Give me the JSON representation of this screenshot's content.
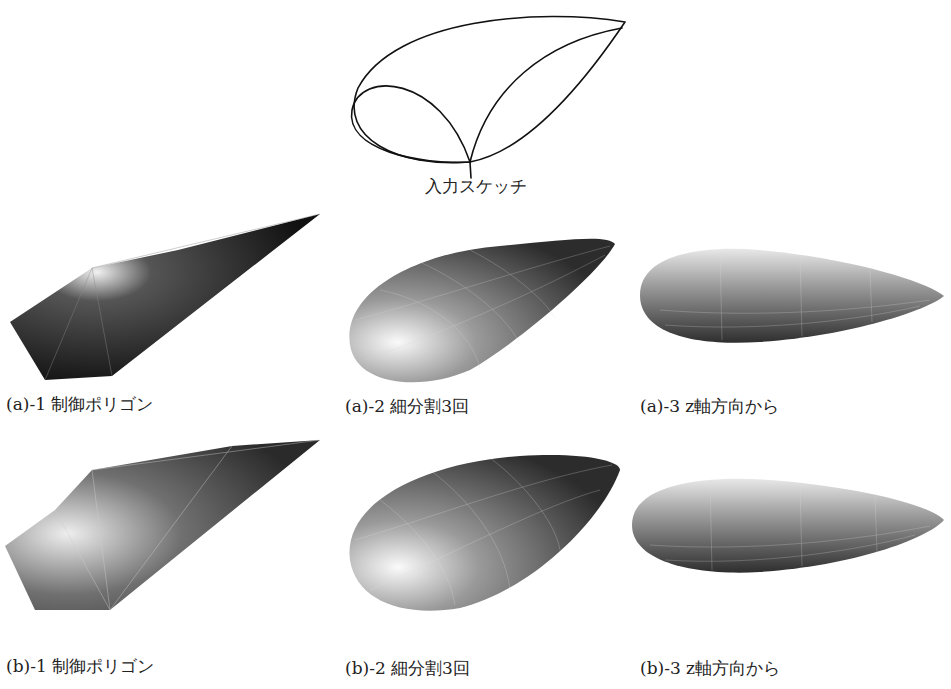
{
  "diagram": {
    "labels": [
      "入力スケッチ",
      "(a)-1 制御ポリゴン",
      "(a)-2 細分割3回",
      "(a)-3 z軸方向から",
      "(b)-1 制御ポリゴン",
      "(b)-2 細分割3回",
      "(b)-3 z軸方向から"
    ]
  }
}
